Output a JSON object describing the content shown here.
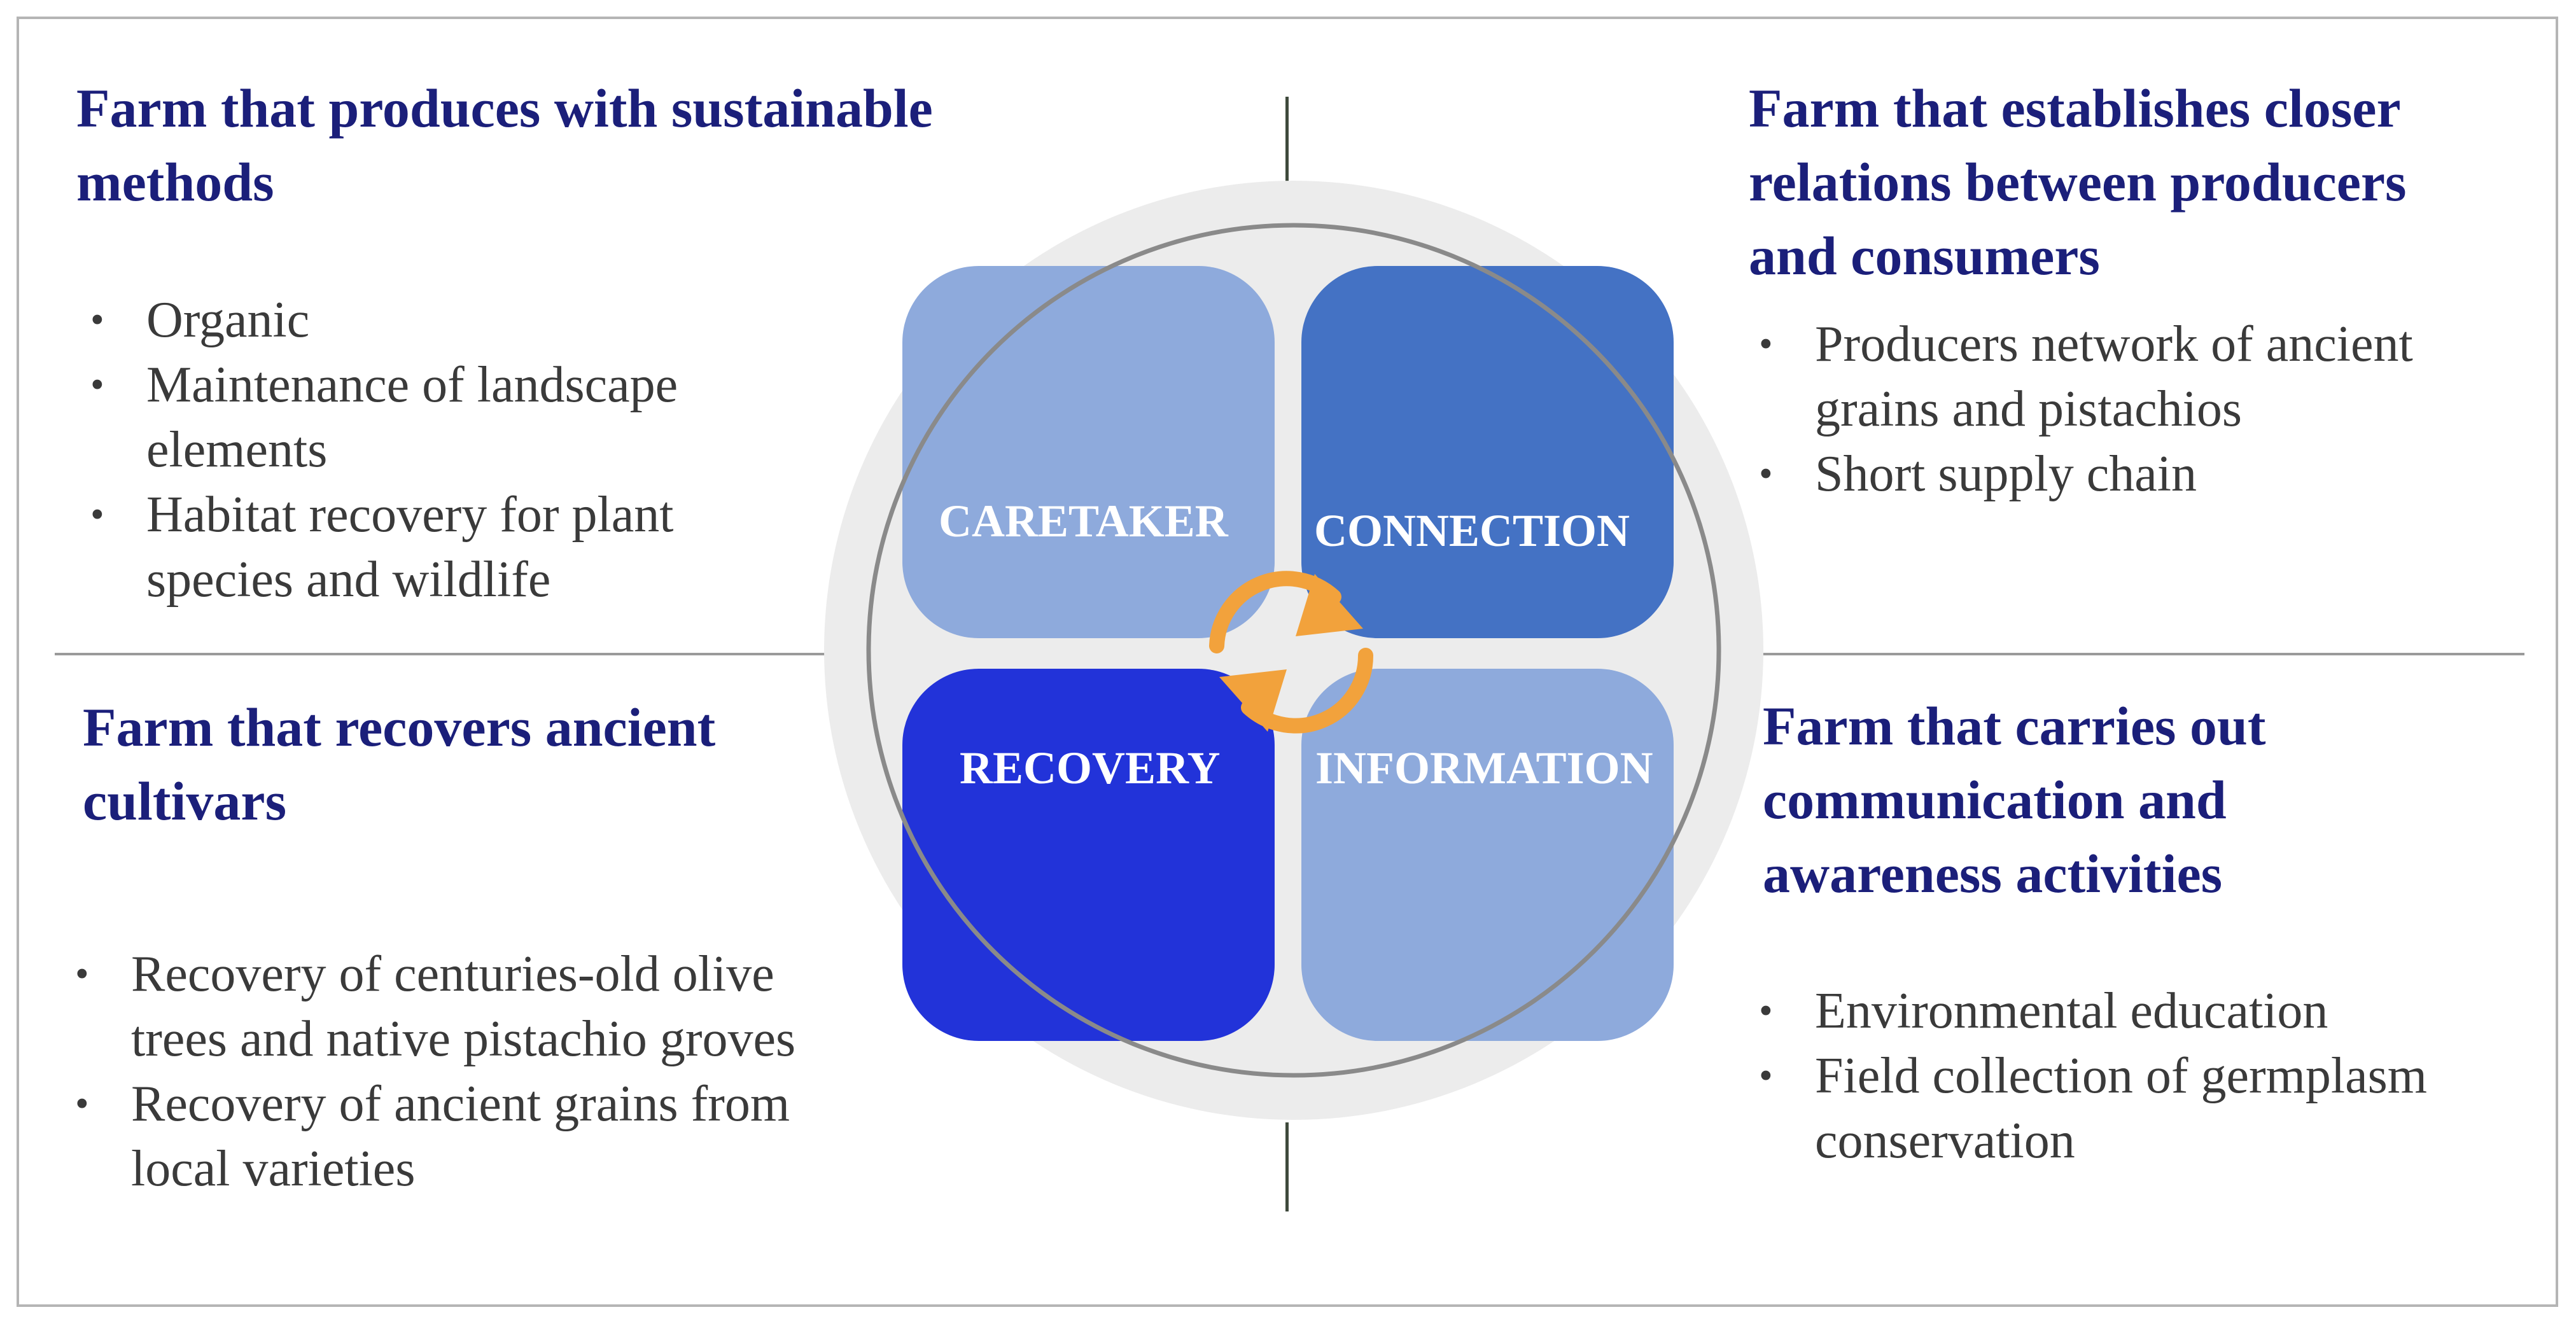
{
  "quadrants": {
    "top_left": {
      "heading": [
        "Farm that produces with sustainable",
        "methods"
      ],
      "bullets": [
        [
          "Organic"
        ],
        [
          "Maintenance of landscape",
          "elements"
        ],
        [
          "Habitat recovery  for plant",
          "species and wildlife"
        ]
      ]
    },
    "top_right": {
      "heading": [
        "Farm that establishes  closer",
        "relations between producers",
        "and consumers"
      ],
      "bullets": [
        [
          "Producers network of ancient",
          "grains and pistachios"
        ],
        [
          "Short supply chain"
        ]
      ]
    },
    "bottom_left": {
      "heading": [
        "Farm that recovers ancient",
        "cultivars"
      ],
      "bullets": [
        [
          "Recovery of centuries-old olive",
          "trees and native pistachio groves"
        ],
        [
          "Recovery of ancient grains from",
          "local varieties"
        ]
      ]
    },
    "bottom_right": {
      "heading": [
        "Farm that carries out",
        "communication and",
        "awareness activities"
      ],
      "bullets": [
        [
          "Environmental education"
        ],
        [
          "Field collection of germplasm",
          "conservation"
        ]
      ]
    }
  },
  "center": {
    "tiles": {
      "caretaker": "CARETAKER",
      "connection": "CONNECTION",
      "recovery": "RECOVERY",
      "information": "INFORMATION"
    }
  },
  "colors": {
    "heading": "#1b1f7a",
    "body_text": "#3a3a3a",
    "caretaker": "#8eaadc",
    "connection": "#4472c4",
    "recovery": "#2233d9",
    "information": "#8eaadc",
    "cycle_arrows": "#f2a23c",
    "backdrop_circle": "#ececec",
    "ring": "#8a8a8a"
  }
}
